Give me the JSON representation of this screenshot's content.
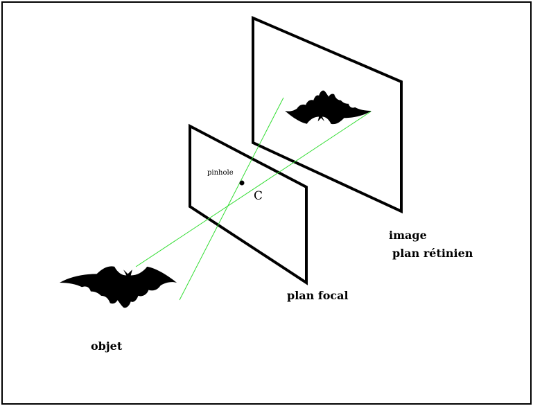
{
  "diagram": {
    "labels": {
      "pinhole": "pinhole",
      "center": "C",
      "image": "image",
      "retinal_plane": "plan rétinien",
      "focal_plane": "plan focal",
      "object": "objet"
    },
    "colors": {
      "frame": "#000000",
      "rays": "#33dd33",
      "silhouette": "#000000",
      "background": "#ffffff"
    },
    "icons": {
      "object_silhouette": "bat-icon",
      "image_silhouette": "inverted-bat-icon"
    }
  }
}
